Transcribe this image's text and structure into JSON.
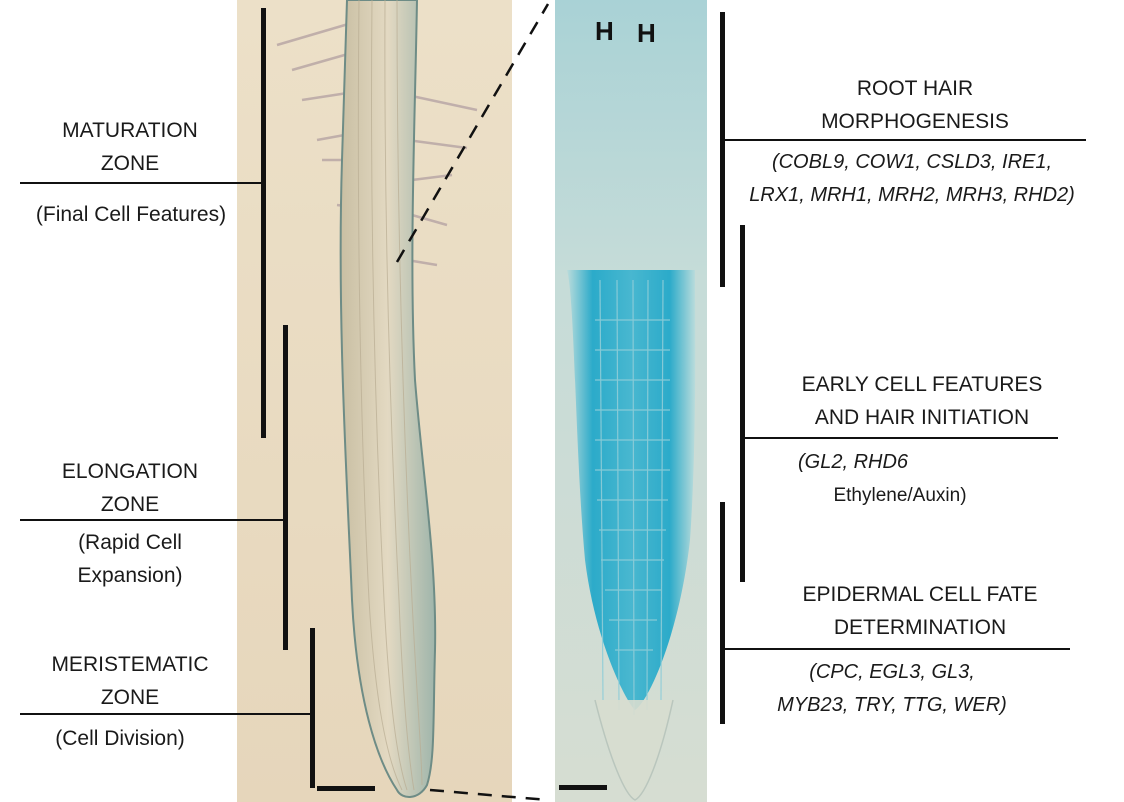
{
  "zones": {
    "maturation": {
      "line1": "MATURATION",
      "line2": "ZONE",
      "desc": "(Final Cell Features)"
    },
    "elongation": {
      "line1": "ELONGATION",
      "line2": "ZONE",
      "desc_line1": "(Rapid Cell",
      "desc_line2": "Expansion)"
    },
    "meristematic": {
      "line1": "MERISTEMATIC",
      "line2": "ZONE",
      "desc": "(Cell Division)"
    }
  },
  "processes": {
    "root_hair": {
      "line1": "ROOT HAIR",
      "line2": "MORPHOGENESIS",
      "genes_line1": "(COBL9, COW1, CSLD3, IRE1,",
      "genes_line2": "LRX1, MRH1, MRH2, MRH3, RHD2)"
    },
    "early_cell": {
      "line1": "EARLY CELL FEATURES",
      "line2": "AND  HAIR INITIATION",
      "genes_line1": "(GL2, RHD6",
      "genes_line2": "Ethylene/Auxin)"
    },
    "epidermal": {
      "line1": "EPIDERMAL CELL FATE",
      "line2": "DETERMINATION",
      "genes_line1": "(CPC, EGL3, GL3,",
      "genes_line2": "MYB23, TRY, TTG, WER)"
    }
  },
  "h_markers": [
    "H",
    "H"
  ],
  "colors": {
    "left_background": "#e8d9be",
    "root_tissue": "#d9cdb2",
    "gus_stain": "#1fa6c6",
    "right_background": "#c8dfe0"
  }
}
